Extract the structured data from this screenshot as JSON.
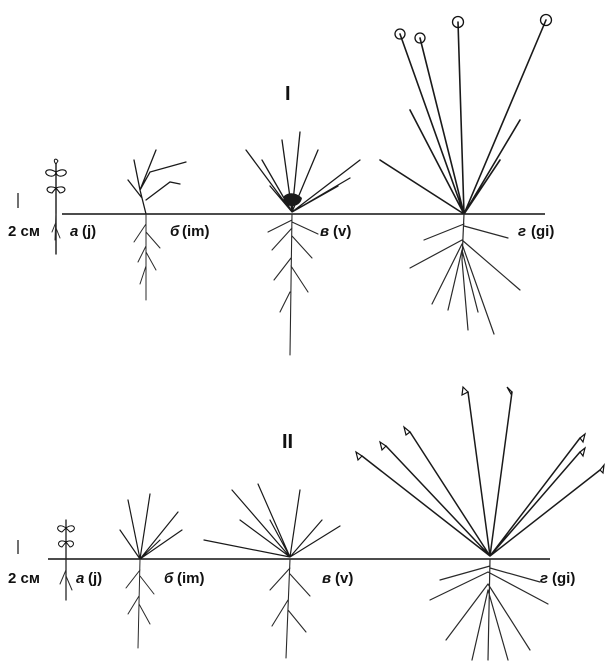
{
  "panels": [
    {
      "numeral": "I",
      "scale_label": "2 см",
      "stages": [
        {
          "letter": "а",
          "code": "(j)"
        },
        {
          "letter": "б",
          "code": "(im)"
        },
        {
          "letter": "в",
          "code": "(v)"
        },
        {
          "letter": "г",
          "code": "(gi)"
        }
      ]
    },
    {
      "numeral": "II",
      "scale_label": "2 см",
      "stages": [
        {
          "letter": "а",
          "code": "(j)"
        },
        {
          "letter": "б",
          "code": "(im)"
        },
        {
          "letter": "в",
          "code": "(v)"
        },
        {
          "letter": "г",
          "code": "(gi)"
        }
      ]
    }
  ]
}
